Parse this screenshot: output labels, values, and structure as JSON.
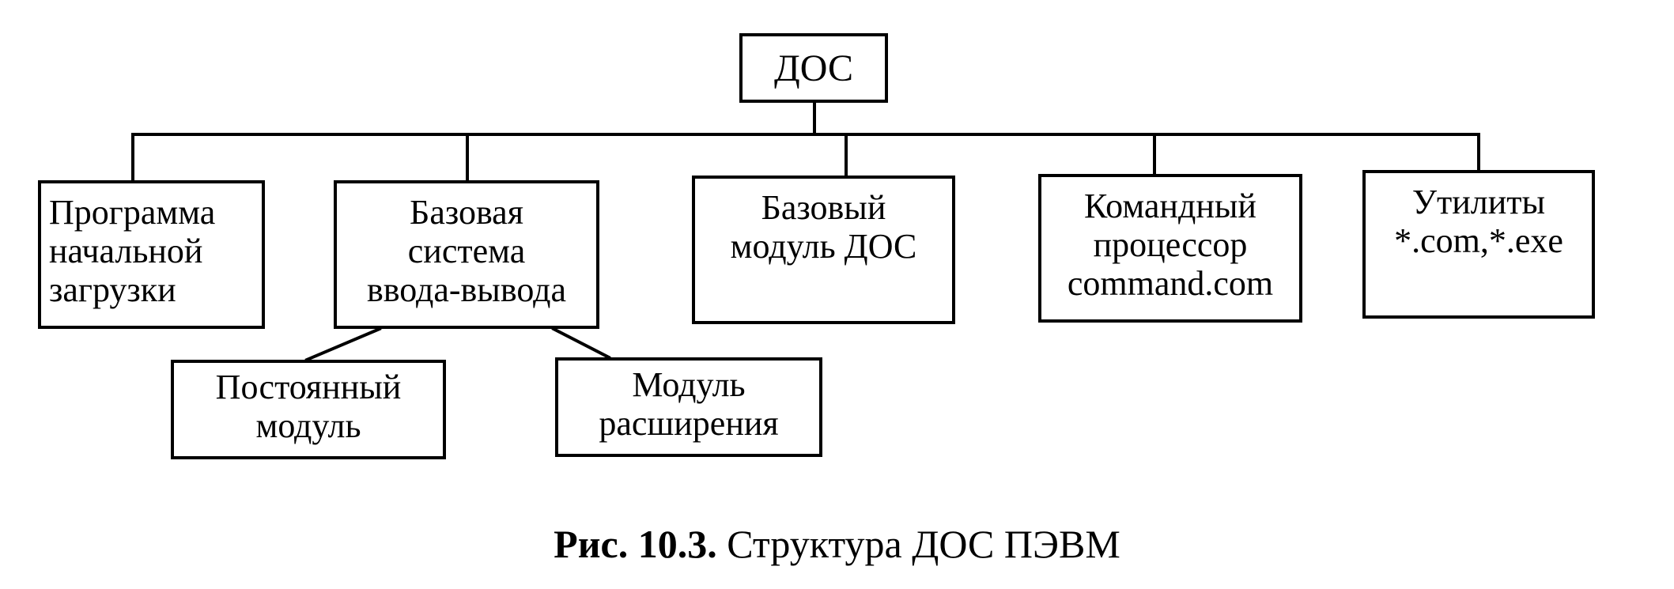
{
  "diagram": {
    "root": {
      "label": "ДОС"
    },
    "children": [
      {
        "lines": [
          "Программа",
          "начальной",
          "загрузки"
        ]
      },
      {
        "lines": [
          "Базовая",
          "система",
          "ввода-вывода"
        ]
      },
      {
        "lines": [
          "Базовый",
          "модуль ДОС"
        ]
      },
      {
        "lines": [
          "Командный",
          "процессор",
          "command.com"
        ]
      },
      {
        "lines": [
          "Утилиты",
          "*.com,*.exe"
        ]
      }
    ],
    "bios_children": [
      {
        "lines": [
          "Постоянный",
          "модуль"
        ]
      },
      {
        "lines": [
          "Модуль",
          "расширения"
        ]
      }
    ]
  },
  "caption": {
    "number": "Рис. 10.3.",
    "text": " Структура ДОС ПЭВМ"
  }
}
